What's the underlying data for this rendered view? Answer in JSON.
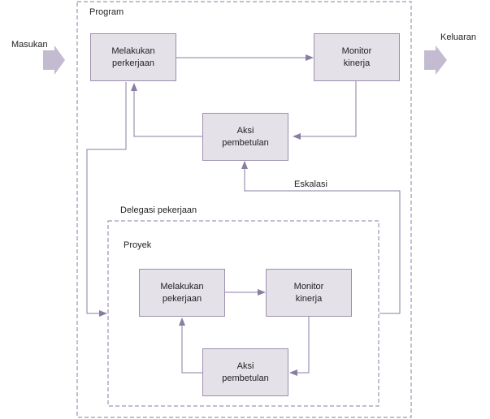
{
  "labels": {
    "input": "Masukan",
    "output": "Keluaran",
    "program": "Program",
    "escalation": "Eskalasi",
    "delegation": "Delegasi pekerjaan",
    "project": "Proyek"
  },
  "program_boxes": {
    "do_work": {
      "line1": "Melakukan",
      "line2": "perkerjaan"
    },
    "monitor": {
      "line1": "Monitor",
      "line2": "kinerja"
    },
    "corrective": {
      "line1": "Aksi",
      "line2": "pembetulan"
    }
  },
  "project_boxes": {
    "do_work": {
      "line1": "Melakukan",
      "line2": "pekerjaan"
    },
    "monitor": {
      "line1": "Monitor",
      "line2": "kinerja"
    },
    "corrective": {
      "line1": "Aksi",
      "line2": "pembetulan"
    }
  },
  "colors": {
    "box_fill": "#e4e1e8",
    "box_border": "#9c90ae",
    "arrow": "#8a7ea0",
    "dashed": "#8a7ea0",
    "io_arrow": "#c3bcd0"
  }
}
